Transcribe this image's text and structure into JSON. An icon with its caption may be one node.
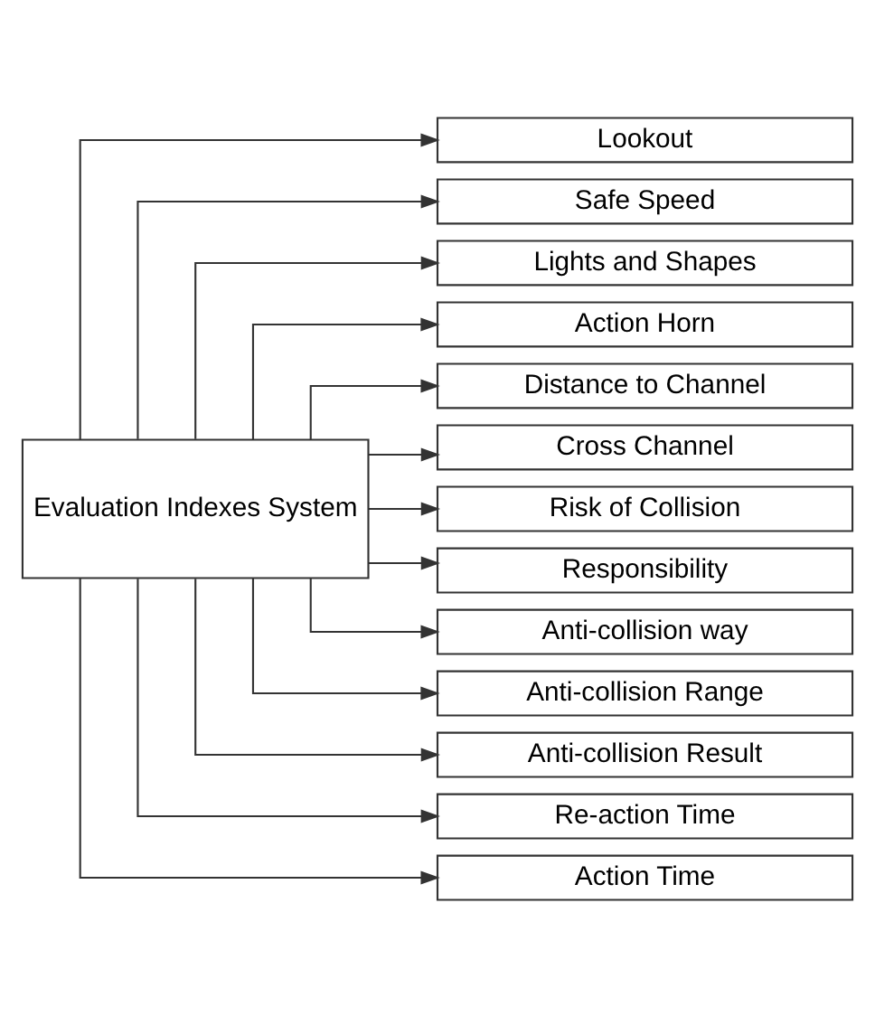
{
  "diagram": {
    "nodes": [
      {
        "text": [
          "Evaluation Indexes System"
        ]
      },
      {
        "text": [
          "Lookout"
        ]
      },
      {
        "text": [
          "Safe Speed"
        ]
      },
      {
        "text": [
          "Lights and Shapes"
        ]
      },
      {
        "text": [
          "Action Horn"
        ]
      },
      {
        "text": [
          "Distance to Channel"
        ]
      },
      {
        "text": [
          "Cross Channel"
        ]
      },
      {
        "text": [
          "Risk of Collision"
        ]
      },
      {
        "text": [
          "Responsibility"
        ]
      },
      {
        "text": [
          "Anti-collision way"
        ]
      },
      {
        "text": [
          "Anti-collision Range"
        ]
      },
      {
        "text": [
          "Anti-collision Result"
        ]
      },
      {
        "text": [
          "Re-action Time"
        ]
      },
      {
        "text": [
          "Action Time"
        ]
      }
    ],
    "edges": [
      {
        "from": 0,
        "to": 1,
        "arrow": "to"
      },
      {
        "from": 0,
        "to": 2,
        "arrow": "to"
      },
      {
        "from": 0,
        "to": 3,
        "arrow": "to"
      },
      {
        "from": 0,
        "to": 4,
        "arrow": "to"
      },
      {
        "from": 0,
        "to": 5,
        "arrow": "to"
      },
      {
        "from": 0,
        "to": 6,
        "arrow": "to"
      },
      {
        "from": 0,
        "to": 7,
        "arrow": "to"
      },
      {
        "from": 0,
        "to": 8,
        "arrow": "to"
      },
      {
        "from": 0,
        "to": 9,
        "arrow": "to"
      },
      {
        "from": 0,
        "to": 10,
        "arrow": "to"
      },
      {
        "from": 0,
        "to": 11,
        "arrow": "to"
      },
      {
        "from": 0,
        "to": 12,
        "arrow": "to"
      },
      {
        "from": 0,
        "to": 13,
        "arrow": "to"
      }
    ]
  }
}
